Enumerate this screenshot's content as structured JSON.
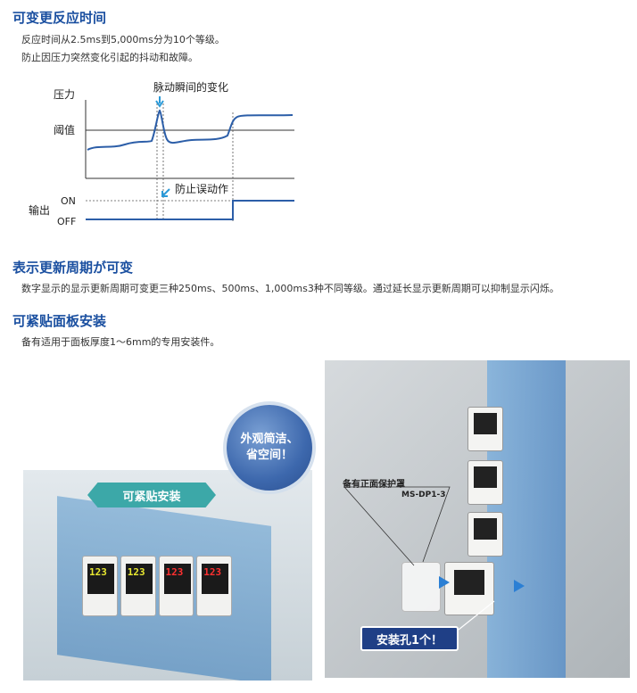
{
  "sections": [
    {
      "title": "可变更反应时间",
      "lines": [
        "反应时间从2.5ms到5,000ms分为10个等级。",
        "防止因压力突然变化引起的抖动和故障。"
      ]
    },
    {
      "title": "表示更新周期が可变",
      "lines": [
        "数字显示的显示更新周期可变更三种250ms、500ms、1,000ms3种不同等级。通过延长显示更新周期可以抑制显示闪烁。"
      ]
    },
    {
      "title": "可紧贴面板安装",
      "lines": [
        "备有适用于面板厚度1～6mm的专用安装件。"
      ]
    }
  ],
  "diagram": {
    "label_pressure": "压力",
    "label_threshold": "阈值",
    "label_output": "输出",
    "label_on": "ON",
    "label_off": "OFF",
    "annotation_spike": "脉动瞬间的变化",
    "annotation_prevent": "防止误动作",
    "colors": {
      "signal": "#2c5ea8",
      "arrow": "#2b9ad8"
    }
  },
  "photo_left": {
    "banner": "可紧贴安装",
    "badge_line1": "外观简洁、",
    "badge_line2": "省空间！",
    "displays": [
      "123",
      "123",
      "123",
      "123"
    ]
  },
  "photo_right": {
    "cover_label": "备有正面保护罩",
    "cover_model": "MS-DP1-3",
    "hole_label": "安装孔1个！"
  }
}
